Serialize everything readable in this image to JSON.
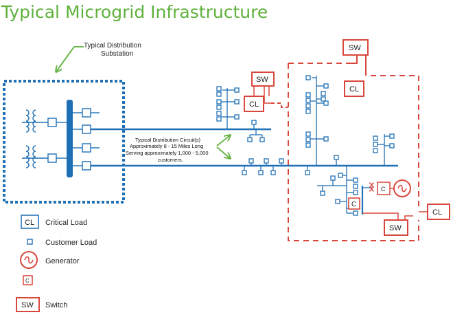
{
  "title": "Typical Microgrid Infrastructure",
  "annotations": {
    "substation_line1": "Typical Distribution",
    "substation_line2": "Substation",
    "circuit_line1": "Typical Distribution Circuit(s)",
    "circuit_line2": "Approximately 8 - 15 Miles Long",
    "circuit_line3": "Serving approximately 1,000 - 5,000",
    "circuit_line4": "customers."
  },
  "boxes": {
    "sw_top": "SW",
    "cl_top": "CL",
    "sw_left": "SW",
    "cl_left": "CL",
    "cl_right": "CL",
    "sw_bottom": "SW",
    "c_mid": "C",
    "c_gen": "C"
  },
  "legend": {
    "items": [
      {
        "symbol": "CL",
        "label": "Critical Load",
        "icon": "critical-load-icon"
      },
      {
        "symbol": "",
        "label": "Customer Load",
        "icon": "customer-load-icon"
      },
      {
        "symbol": "",
        "label": "Generator",
        "icon": "generator-icon"
      },
      {
        "symbol": "C",
        "label": "",
        "icon": "controller-icon"
      },
      {
        "symbol": "SW",
        "label": "Switch",
        "icon": "switch-icon"
      }
    ]
  },
  "colors": {
    "title_green": "#5fb13c",
    "arrow_green": "#6ab64a",
    "grid_blue": "#1e6fb5",
    "microgrid_red": "#d9473c"
  }
}
